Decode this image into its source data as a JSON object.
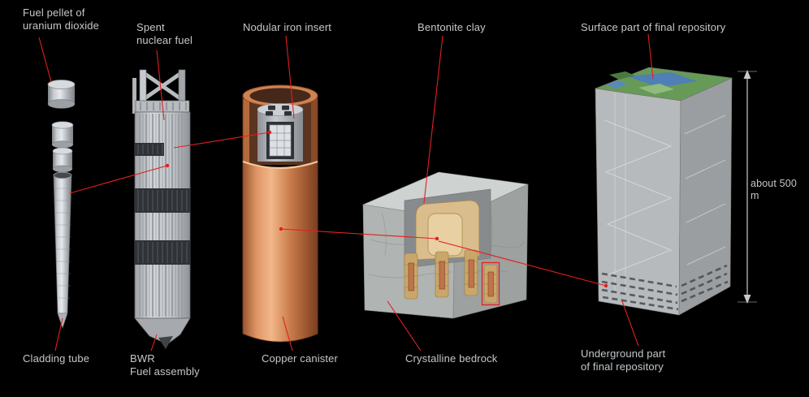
{
  "labels": {
    "fuel_pellet": "Fuel pellet of\nuranium dioxide",
    "spent_fuel": "Spent\nnuclear fuel",
    "iron_insert": "Nodular iron insert",
    "bentonite": "Bentonite clay",
    "surface_repo": "Surface part of final repository",
    "cladding": "Cladding tube",
    "bwr": "BWR\nFuel assembly",
    "copper": "Copper canister",
    "bedrock": "Crystalline bedrock",
    "underground_repo": "Underground part\nof final repository",
    "depth": "about 500 m"
  },
  "colors": {
    "background": "#000000",
    "text": "#c4c8cb",
    "connector": "#e61e1e",
    "copper": "#cc7f4e",
    "bentonite_tan": "#d9bd8c",
    "rock_gray": "#b0b4b2",
    "terrain_green": "#679a57",
    "terrain_water": "#4f7fb5"
  }
}
